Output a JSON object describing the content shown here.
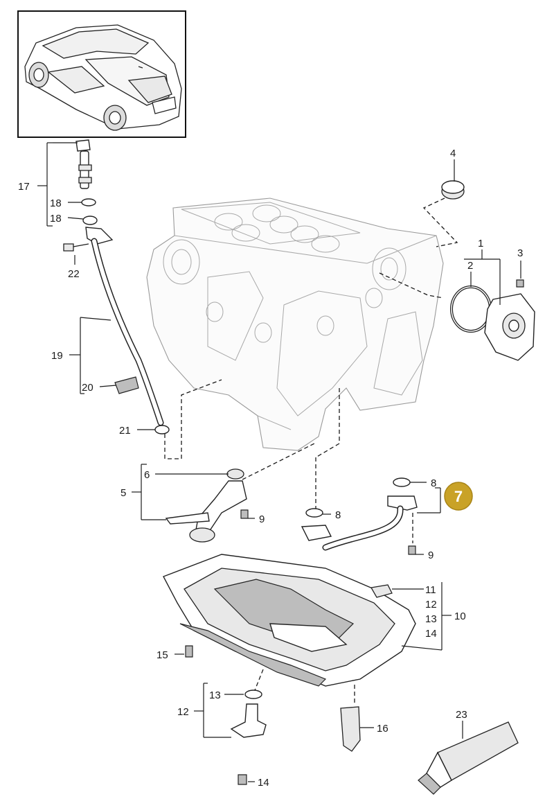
{
  "diagram": {
    "highlight": {
      "number": "7",
      "color": "#c9a227"
    },
    "callouts": {
      "c1": "1",
      "c2": "2",
      "c3": "3",
      "c4": "4",
      "c5": "5",
      "c6": "6",
      "c8a": "8",
      "c8b": "8",
      "c9a": "9",
      "c9b": "9",
      "c10": "10",
      "c11": "11",
      "c12a": "12",
      "c13a": "13",
      "c14a": "14",
      "c12b": "12",
      "c13b": "13",
      "c14b": "14",
      "c15": "15",
      "c16": "16",
      "c17": "17",
      "c18a": "18",
      "c18b": "18",
      "c19": "19",
      "c20": "20",
      "c21": "21",
      "c22": "22",
      "c23": "23"
    }
  }
}
